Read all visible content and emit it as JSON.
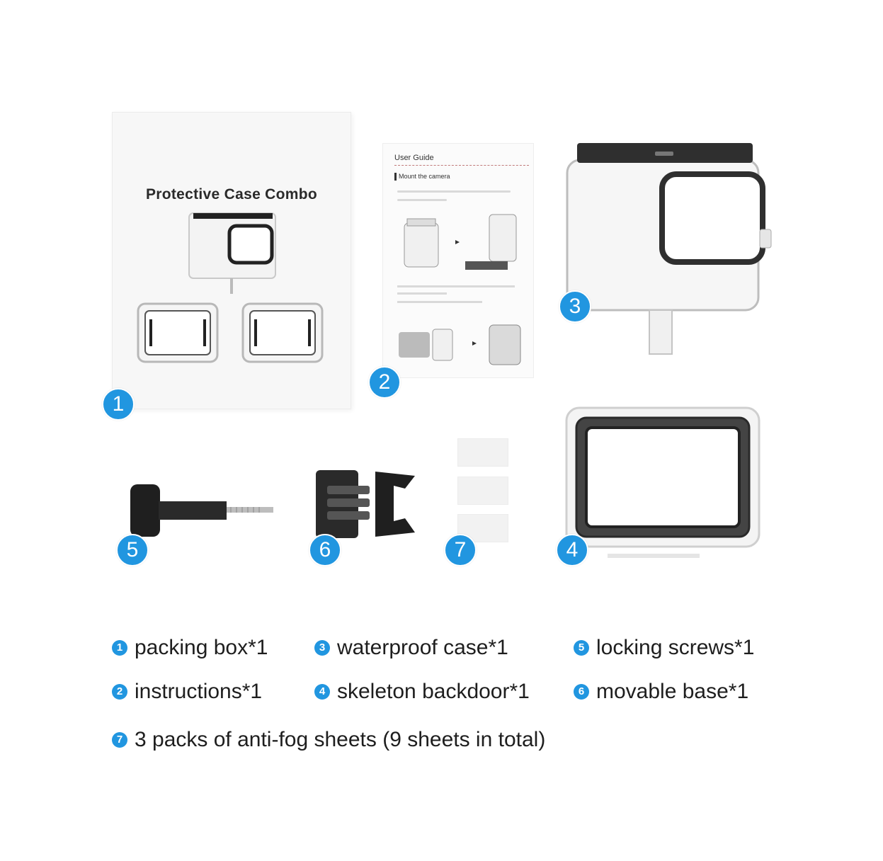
{
  "box": {
    "title": "Protective Case Combo"
  },
  "instructions": {
    "title": "User Guide",
    "section": "Mount the camera"
  },
  "badges": [
    "1",
    "2",
    "3",
    "4",
    "5",
    "6",
    "7"
  ],
  "legend": {
    "n1": "1",
    "item1": "packing box*1",
    "n2": "2",
    "item2": "instructions*1",
    "n3": "3",
    "item3": "waterproof case*1",
    "n4": "4",
    "item4": "skeleton backdoor*1",
    "n5": "5",
    "item5": "locking screws*1",
    "n6": "6",
    "item6": "movable base*1",
    "n7": "7",
    "item7": "3 packs of anti-fog sheets (9 sheets in total)"
  },
  "colors": {
    "accent": "#2196e0",
    "case_frame": "#2f2f2f",
    "background": "#ffffff"
  }
}
